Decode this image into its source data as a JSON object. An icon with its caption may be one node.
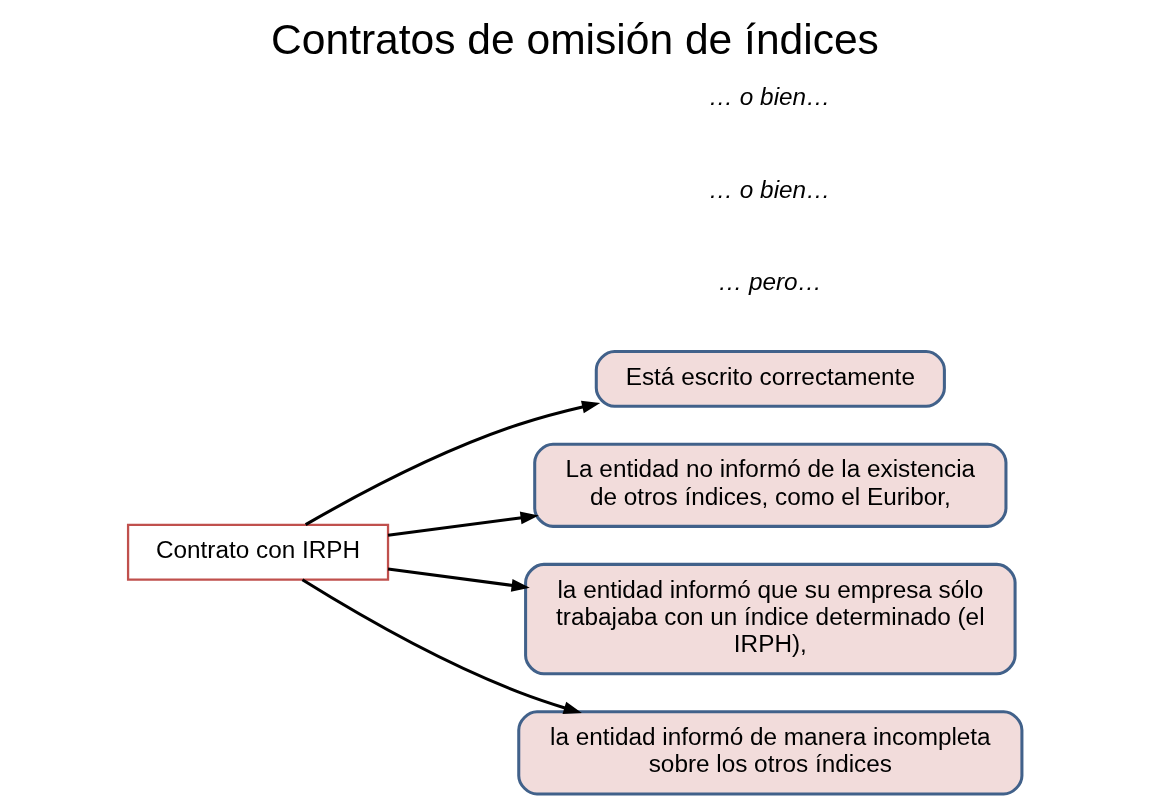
{
  "diagram": {
    "title": "Contratos de omisión de índices",
    "nodes": [
      {
        "text": [
          "Contrato con IRPH"
        ]
      },
      {
        "text": [
          "Está escrito correctamente"
        ]
      },
      {
        "text": [
          "La entidad no informó de la existencia de otros índices, como el Euribor,"
        ]
      },
      {
        "text": [
          "la entidad informó que su empresa sólo trabajaba con un índice determinado (el IRPH),"
        ]
      },
      {
        "text": [
          "la entidad informó de manera incompleta sobre los otros índices"
        ]
      }
    ],
    "edges": [
      {
        "from": 0,
        "to": 1,
        "arrow": "to"
      },
      {
        "from": 0,
        "to": 2,
        "arrow": "to"
      },
      {
        "from": 0,
        "to": 3,
        "arrow": "to"
      },
      {
        "from": 0,
        "to": 4,
        "arrow": "to"
      }
    ],
    "labels": [
      "… pero…",
      "… o bien…",
      "… o bien…"
    ]
  }
}
